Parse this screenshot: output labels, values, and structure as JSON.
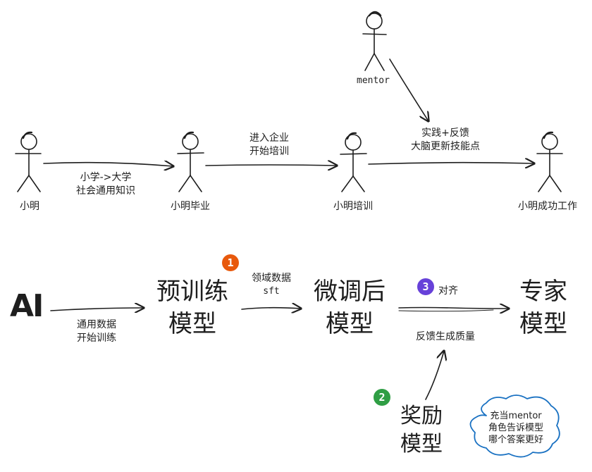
{
  "top_row": {
    "mentor": "mentor",
    "persons": [
      {
        "name": "小明"
      },
      {
        "name": "小明毕业"
      },
      {
        "name": "小明培训"
      },
      {
        "name": "小明成功工作"
      }
    ],
    "edge1": [
      "小学->大学",
      "社会通用知识"
    ],
    "edge2": [
      "进入企业",
      "开始培训"
    ],
    "edge3": [
      "实践+反馈",
      "大脑更新技能点"
    ]
  },
  "bottom_row": {
    "ai": "AI",
    "pretrain": [
      "预训练",
      "模型"
    ],
    "finetune": [
      "微调后",
      "模型"
    ],
    "expert": [
      "专家",
      "模型"
    ],
    "reward": [
      "奖励",
      "模型"
    ],
    "edge_ai": [
      "通用数据",
      "开始训练"
    ],
    "edge_sft": [
      "领域数据",
      "sft"
    ],
    "align": "对齐",
    "feedback": "反馈生成质量",
    "cloud": [
      "充当mentor",
      "角色告诉模型",
      "哪个答案更好"
    ],
    "badges": [
      {
        "num": "1",
        "color": "#e8590c"
      },
      {
        "num": "2",
        "color": "#2f9e44"
      },
      {
        "num": "3",
        "color": "#6741d9"
      }
    ]
  }
}
